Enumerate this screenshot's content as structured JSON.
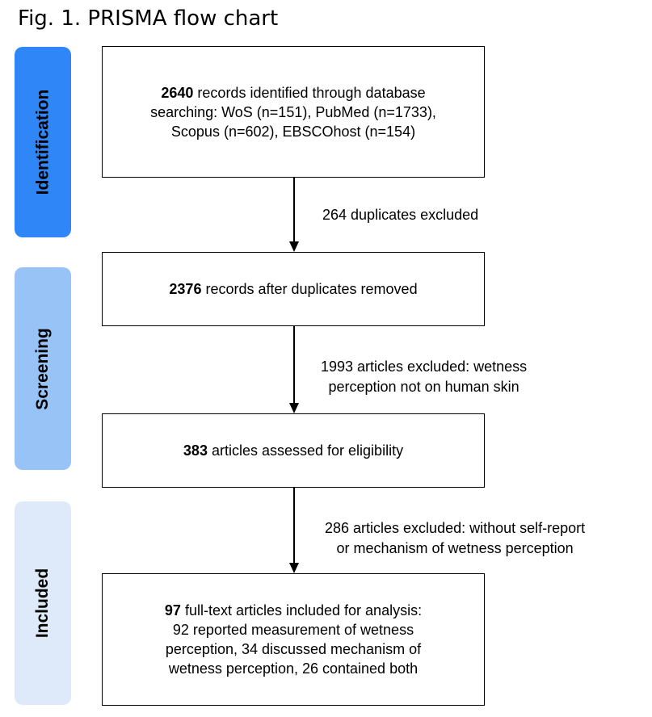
{
  "figure": {
    "title": "Fig. 1. PRISMA flow chart"
  },
  "stages": {
    "identification": "Identification",
    "screening": "Screening",
    "included": "Included"
  },
  "boxes": {
    "identified": {
      "count": "2640",
      "line1": " records identified through database",
      "line2": "searching: WoS (n=151), PubMed (n=1733),",
      "line3": "Scopus (n=602), EBSCOhost (n=154)"
    },
    "screened": {
      "count": "2376",
      "line1": " records after duplicates removed"
    },
    "assessed": {
      "count": "383",
      "line1": " articles assessed for eligibility"
    },
    "included": {
      "count": "97",
      "line1": " full-text articles included for analysis:",
      "line2": "92 reported measurement of wetness",
      "line3": "perception, 34 discussed mechanism of",
      "line4": "wetness perception, 26 contained both"
    }
  },
  "exclusions": {
    "duplicates": {
      "line1": "264 duplicates excluded"
    },
    "screening": {
      "line1": "1993 articles excluded: wetness",
      "line2": "perception not on human skin"
    },
    "eligibility": {
      "line1": "286 articles excluded: without self-report",
      "line2": "or mechanism of wetness perception"
    }
  },
  "colors": {
    "identification": "#2f86f6",
    "screening": "#98c3f6",
    "included": "#deeafa"
  }
}
